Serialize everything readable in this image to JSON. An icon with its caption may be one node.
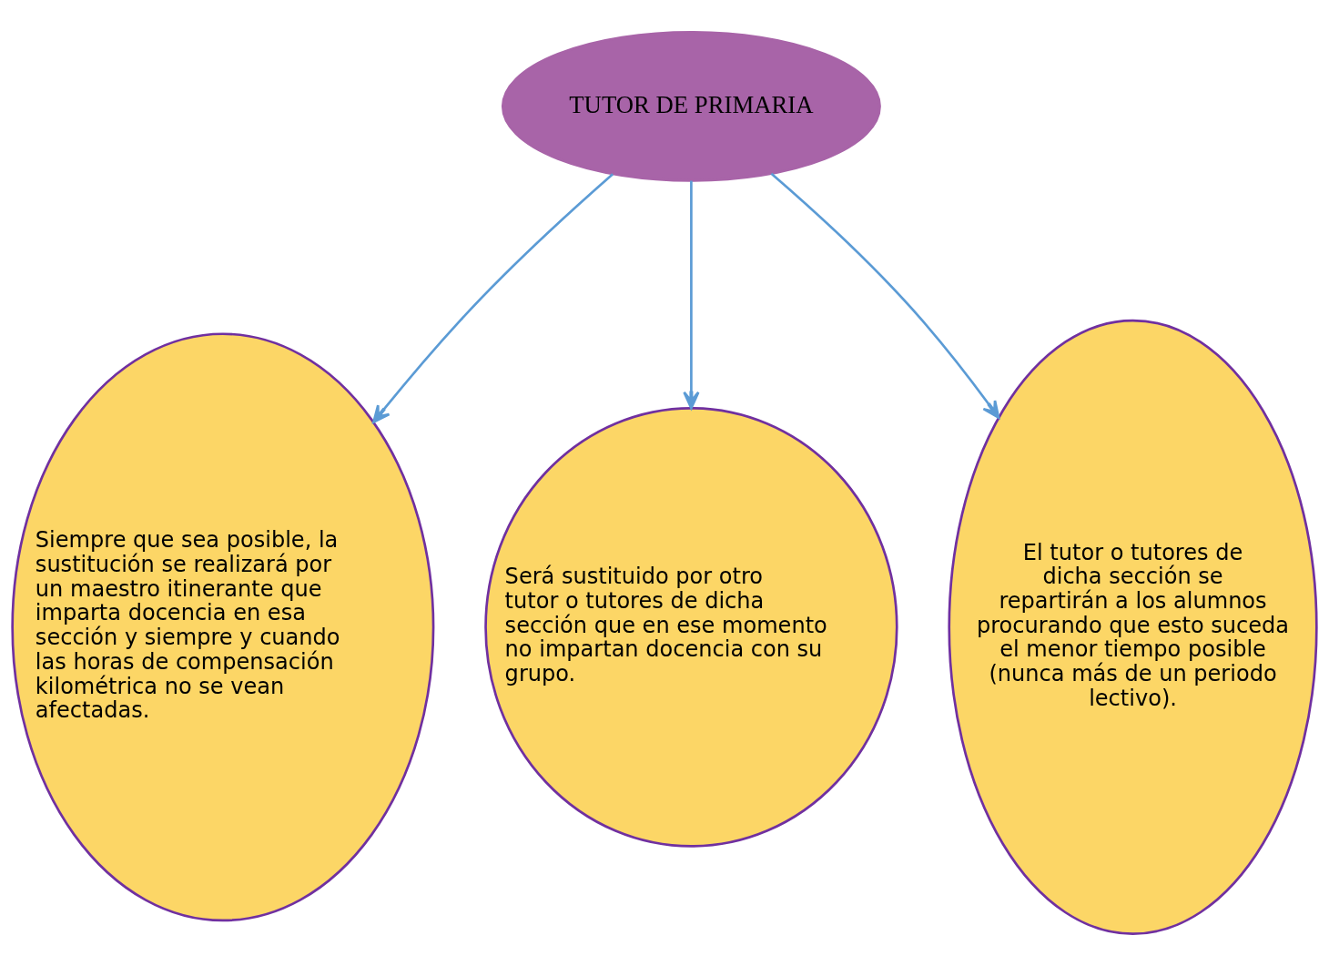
{
  "diagram": {
    "nodes": [
      {
        "text": [
          "TUTOR DE PRIMARIA"
        ]
      },
      {
        "text": [
          "Siempre que sea posible, la sustitución se realizará por un maestro itinerante que imparta docencia en esa sección y siempre y cuando las horas de compensación kilométrica no se vean afectadas."
        ]
      },
      {
        "text": [
          "Será sustituido por otro tutor o tutores de dicha sección que en ese momento no impartan docencia con su grupo."
        ]
      },
      {
        "text": [
          "El tutor o tutores de dicha sección se repartirán a los alumnos procurando que esto suceda el menor tiempo posible (nunca más de un periodo lectivo)."
        ]
      }
    ],
    "edges": [
      {
        "from": 0,
        "to": 1,
        "arrow": "to"
      },
      {
        "from": 0,
        "to": 2,
        "arrow": "to"
      },
      {
        "from": 0,
        "to": 3,
        "arrow": "to"
      }
    ]
  }
}
